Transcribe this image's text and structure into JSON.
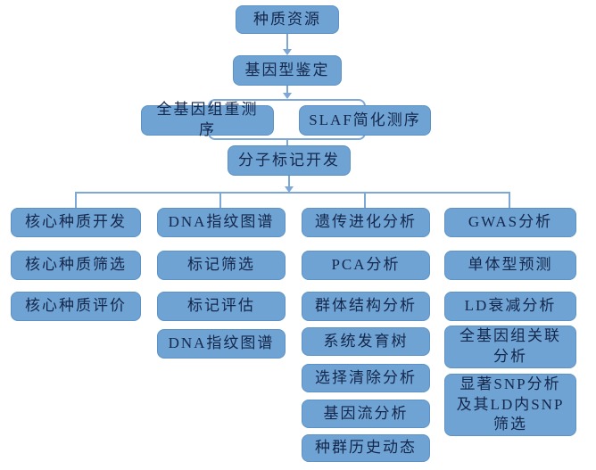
{
  "diagram": {
    "colors": {
      "background": "#ffffff",
      "box_fill": "#6fa3d4",
      "box_border": "#5d92c6",
      "text": "#15274a",
      "connector": "#7ca7d7"
    },
    "flow": {
      "root": "种质资源",
      "level2": "基因型鉴定",
      "branches": [
        "全基因组重测序",
        "SLAF简化测序"
      ],
      "merge": "分子标记开发"
    },
    "columns": [
      {
        "header": "核心种质开发",
        "items": [
          "核心种质筛选",
          "核心种质评价"
        ]
      },
      {
        "header": "DNA指纹图谱",
        "items": [
          "标记筛选",
          "标记评估",
          "DNA指纹图谱"
        ]
      },
      {
        "header": "遗传进化分析",
        "items": [
          "PCA分析",
          "群体结构分析",
          "系统发育树",
          "选择清除分析",
          "基因流分析",
          "种群历史动态"
        ]
      },
      {
        "header": "GWAS分析",
        "items": [
          "单体型预测",
          "LD衰减分析",
          "全基因组关联分析",
          "显著SNP分析及其LD内SNP筛选"
        ]
      }
    ]
  }
}
